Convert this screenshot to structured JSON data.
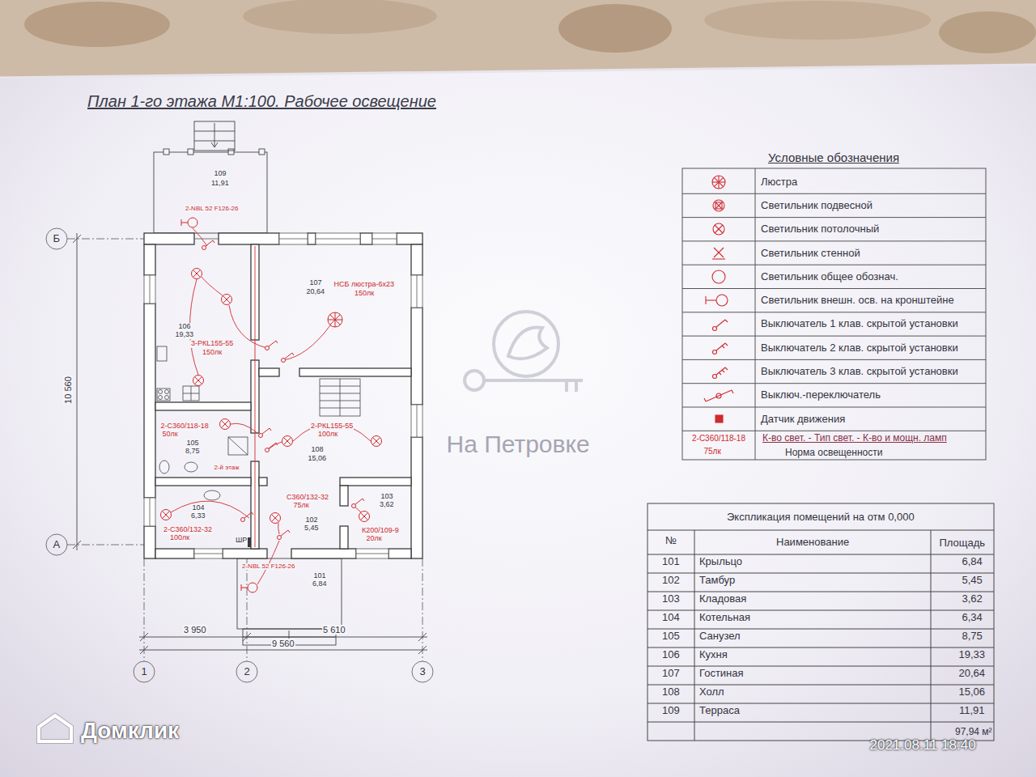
{
  "diagram": {
    "title": "План 1-го этажа М1:100. Рабочее освещение",
    "nodes": [
      {
        "text": [
          "109",
          "11,91"
        ]
      },
      {
        "text": [
          "106",
          "19,33",
          "3-РКL155-55",
          "150лк"
        ]
      },
      {
        "text": [
          "107",
          "20,64",
          "НСБ люстра-6х23",
          "150лк"
        ]
      },
      {
        "text": [
          "2-С360/118-18",
          "50лк",
          "105",
          "8,75"
        ]
      },
      {
        "text": [
          "2-РКL155-55",
          "100лк",
          "108",
          "15,06"
        ]
      },
      {
        "text": [
          "104",
          "6,33",
          "2-С360/132-32",
          "100лк"
        ]
      },
      {
        "text": [
          "С360/132-32",
          "75лк",
          "102",
          "5,45"
        ]
      },
      {
        "text": [
          "103",
          "3,62",
          "К200/109-9",
          "20лк"
        ]
      },
      {
        "text": [
          "101",
          "6,84"
        ]
      }
    ],
    "labels": [
      "Б",
      "А",
      "1",
      "2",
      "3",
      "10 560",
      "3 950",
      "5 610",
      "9 560",
      "2-NBL 52 F126-26",
      "2-NBL 52 F126-26",
      "ШР",
      "2-й этаж",
      "Условные обозначения",
      "2-С360/118-18",
      "75лк",
      "К-во свет. - Тип свет. - К-во и мощн. ламп",
      "Норма освещенности",
      "Экспликация помещений на отм 0,000",
      "№",
      "Наименование",
      "Площадь",
      "101",
      "Крыльцо",
      "6,84",
      "102",
      "Тамбур",
      "5,45",
      "103",
      "Кладовая",
      "3,62",
      "104",
      "Котельная",
      "6,34",
      "105",
      "Санузел",
      "8,75",
      "106",
      "Кухня",
      "19,33",
      "107",
      "Гостиная",
      "20,64",
      "108",
      "Холл",
      "15,06",
      "109",
      "Терраса",
      "11,91",
      "97,94 м²",
      "На Петровке",
      "Домклик",
      "2021.08.11 18:40"
    ],
    "legend": [
      {
        "text": "Люстра"
      },
      {
        "text": "Светильник подвесной"
      },
      {
        "text": "Светильник потолочный"
      },
      {
        "text": "Светильник стенной"
      },
      {
        "text": "Светильник общее обознач."
      },
      {
        "text": "Светильник внешн. осв. на кронштейне"
      },
      {
        "text": "Выключатель 1 клав. скрытой установки"
      },
      {
        "text": "Выключатель 2 клав. скрытой установки"
      },
      {
        "text": "Выключатель 3 клав. скрытой установки"
      },
      {
        "text": "Выключ.-переключатель"
      },
      {
        "text": "Датчик движения"
      }
    ]
  }
}
